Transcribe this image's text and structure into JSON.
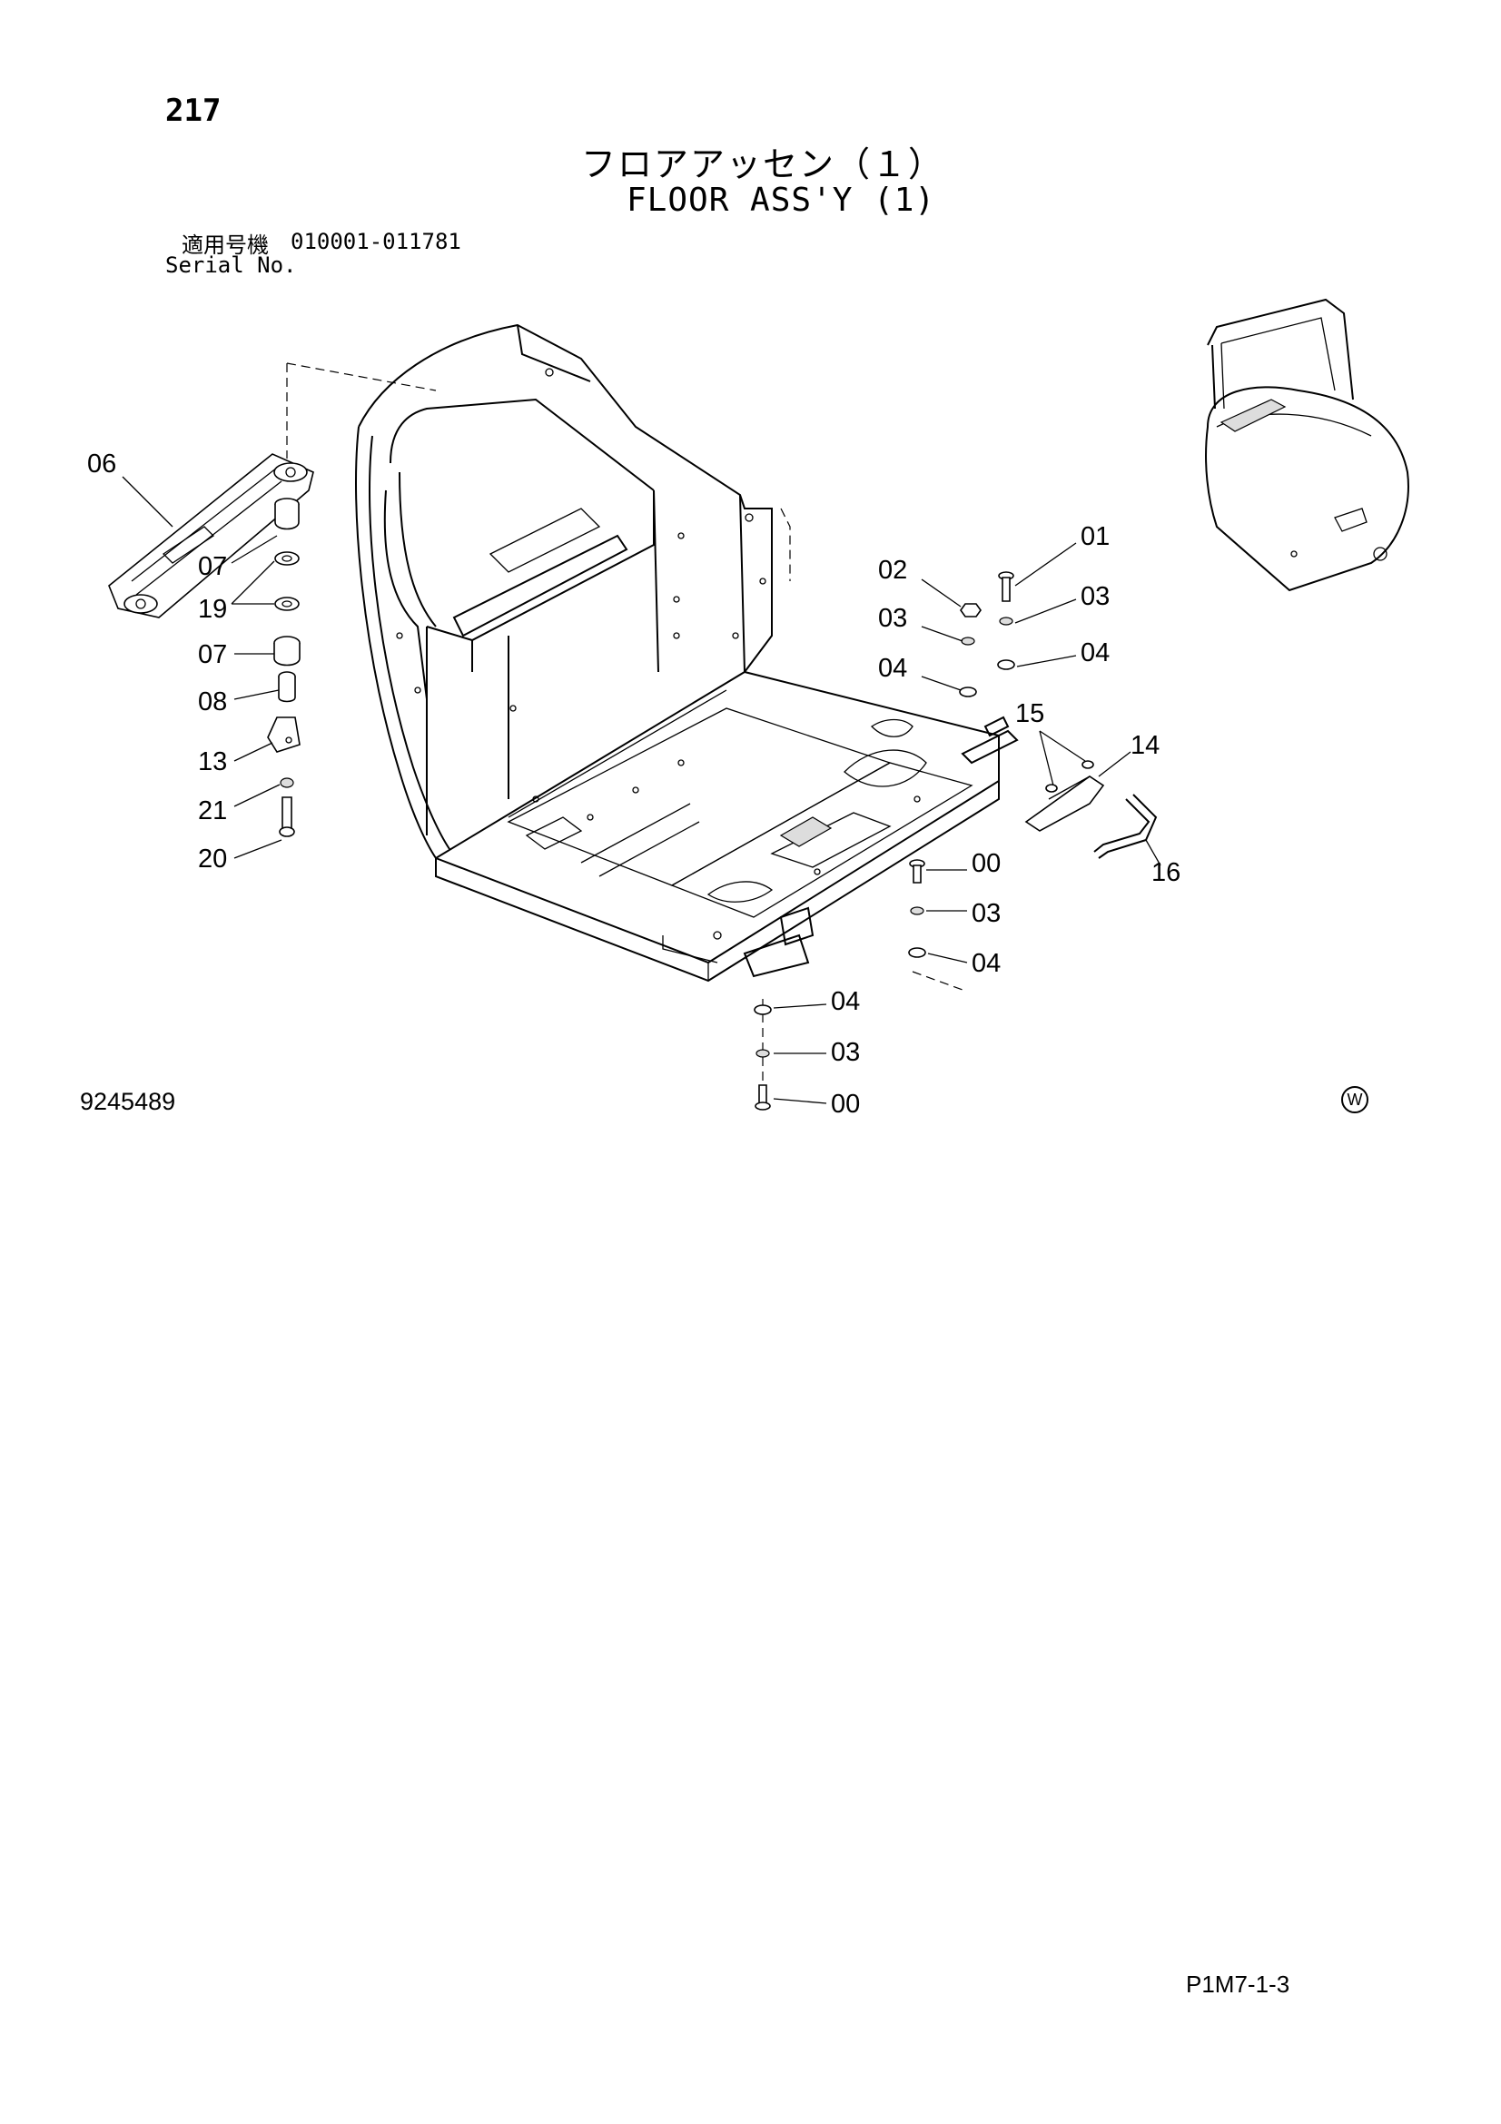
{
  "page": {
    "number": "217",
    "title_jp": "フロアアッセン（１）",
    "title_en": "FLOOR ASS'Y (1)",
    "serial_label_jp": "適用号機",
    "serial_range": "010001-011781",
    "serial_label_en": "Serial No.",
    "drawing_number": "9245489",
    "page_reference": "P1M7-1-3",
    "w_mark": "W"
  },
  "callouts": {
    "c06": "06",
    "c07a": "07",
    "c19": "19",
    "c07b": "07",
    "c08": "08",
    "c13": "13",
    "c21": "21",
    "c20": "20",
    "c01": "01",
    "c02": "02",
    "c03a": "03",
    "c03b": "03",
    "c04a": "04",
    "c04b": "04",
    "c15": "15",
    "c14": "14",
    "c16": "16",
    "c00a": "00",
    "c03c": "03",
    "c04c": "04",
    "c04d": "04",
    "c03d": "03",
    "c00b": "00"
  }
}
